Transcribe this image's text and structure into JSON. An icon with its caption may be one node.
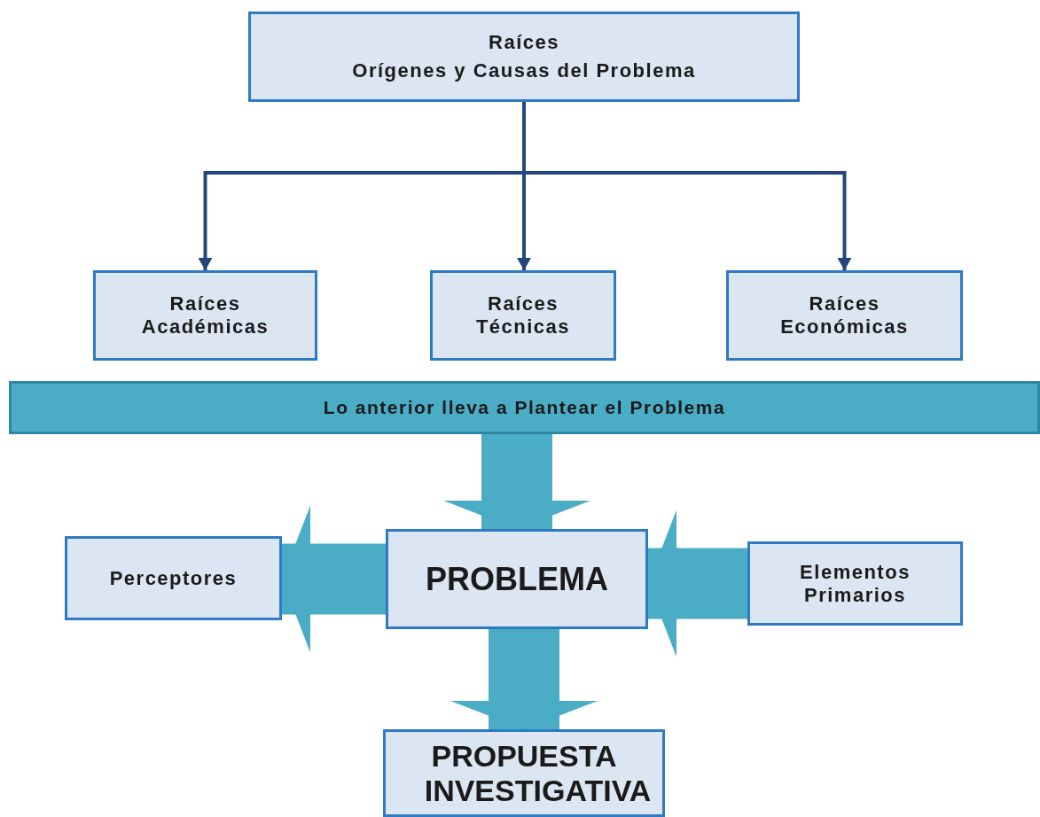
{
  "diagram": {
    "nodes": [
      {
        "text": [
          "Raíces",
          "Orígenes y Causas del Problema"
        ]
      },
      {
        "text": [
          "Raíces Académicas"
        ]
      },
      {
        "text": [
          "Raíces Técnicas"
        ]
      },
      {
        "text": [
          "Raíces Económicas"
        ]
      },
      {
        "text": [
          "Lo anterior lleva a Plantear el Problema"
        ]
      },
      {
        "text": [
          "PROBLEMA"
        ]
      },
      {
        "text": [
          "Perceptores"
        ]
      },
      {
        "text": [
          "Elementos Primarios"
        ]
      },
      {
        "text": [
          "PROPUESTA INVESTIGATIVA"
        ]
      }
    ],
    "edges": [
      {
        "from": 0,
        "to": 1,
        "arrow": "to",
        "color": "#25467a"
      },
      {
        "from": 0,
        "to": 2,
        "arrow": "to",
        "color": "#25467a"
      },
      {
        "from": 0,
        "to": 3,
        "arrow": "to",
        "color": "#25467a"
      },
      {
        "from": 4,
        "to": 5,
        "arrow": "to"
      },
      {
        "from": 5,
        "to": 6,
        "arrow": "to"
      },
      {
        "from": 7,
        "to": 5,
        "arrow": "to"
      },
      {
        "from": 5,
        "to": 8,
        "arrow": "to"
      }
    ]
  }
}
